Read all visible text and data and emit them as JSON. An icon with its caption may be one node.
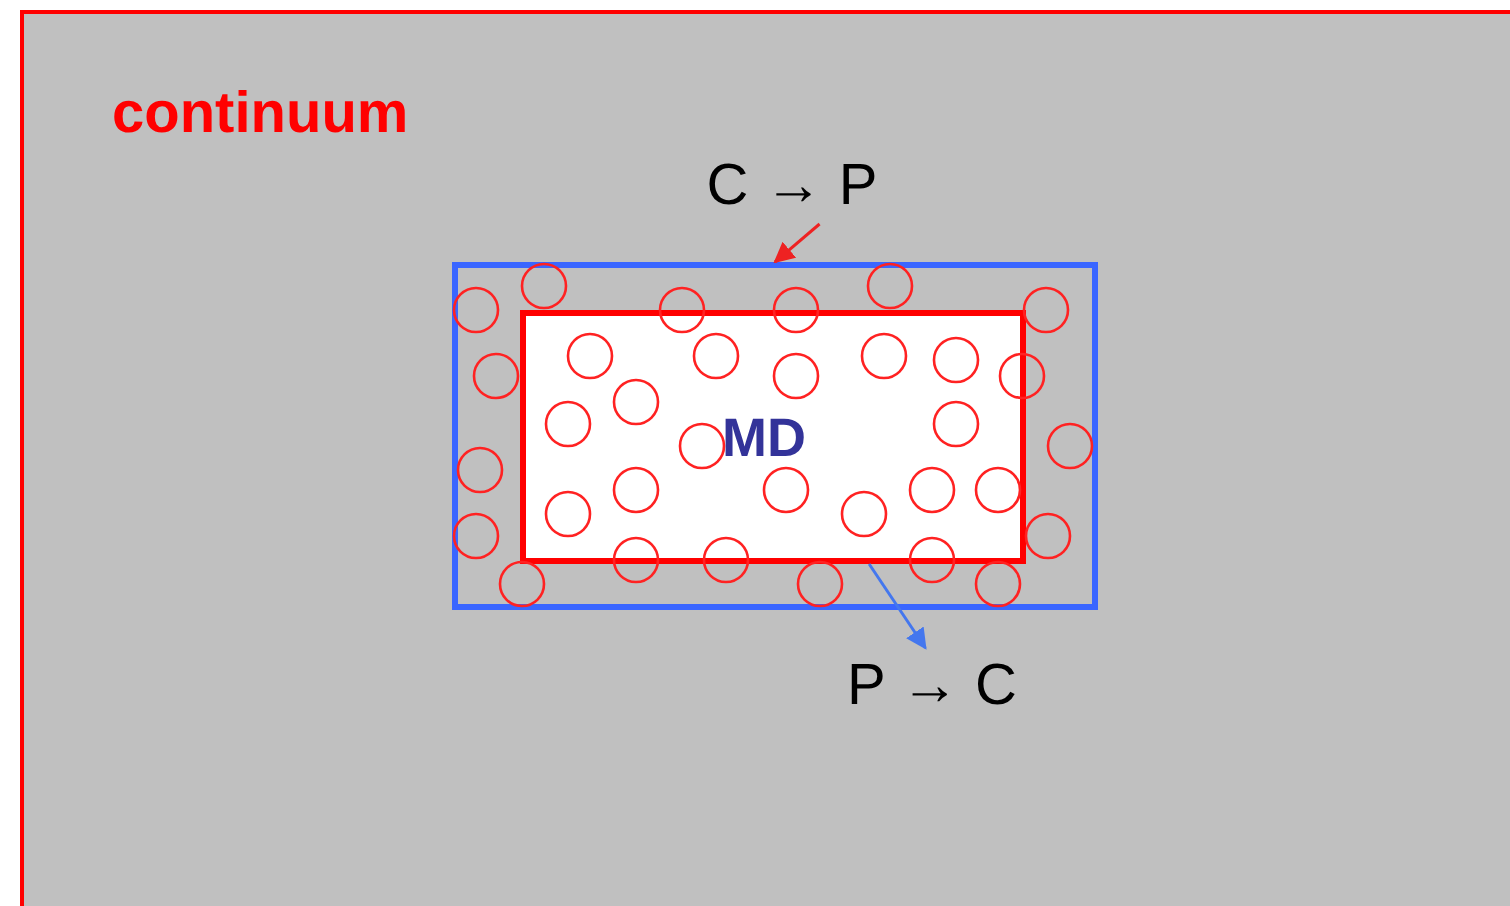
{
  "diagram": {
    "nodes": [
      {
        "text": [
          "continuum"
        ]
      },
      {
        "text": [],
        "shape": "box",
        "in": 0
      },
      {
        "text": [
          "MD"
        ],
        "in": 1
      },
      {
        "text": [
          "C → P"
        ],
        "in": 0
      },
      {
        "text": [
          "P → C"
        ],
        "in": 0
      }
    ],
    "edges": [
      {
        "from": 3,
        "to": 1,
        "arrow": "to",
        "color": "#ee2222"
      },
      {
        "from": 2,
        "to": 4,
        "arrow": "to",
        "color": "#4477ee"
      }
    ]
  }
}
